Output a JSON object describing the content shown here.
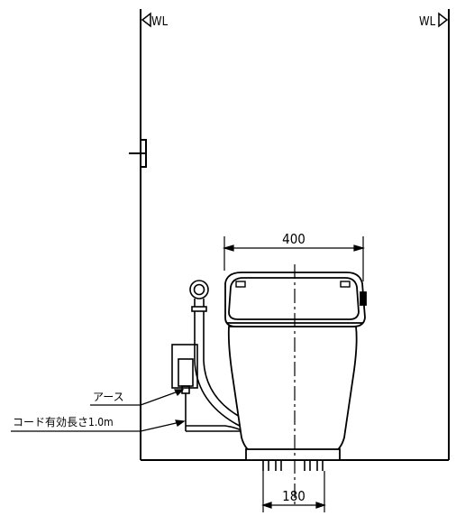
{
  "drawing": {
    "wall_left_label": "WL",
    "wall_right_label": "WL",
    "dim_width": "400",
    "dim_pitch": "180",
    "label_earth": "アース",
    "label_cord": "コード有効長さ1.0m"
  }
}
